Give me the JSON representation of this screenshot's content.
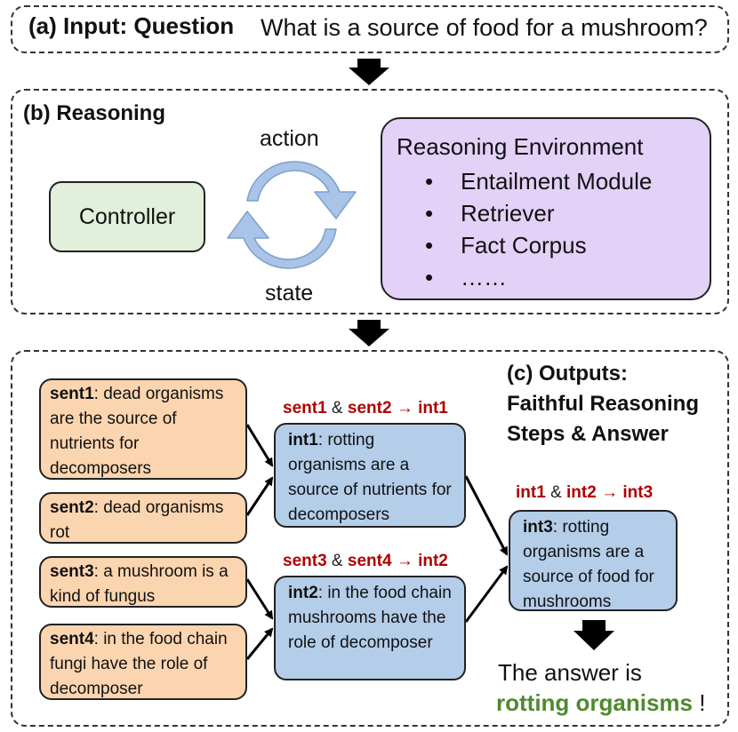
{
  "input": {
    "label": "(a) Input: Question",
    "question": "What is a source of food for a mushroom?"
  },
  "reasoning": {
    "label": "(b) Reasoning",
    "controller": "Controller",
    "action": "action",
    "state": "state",
    "environment_title": "Reasoning Environment",
    "environment_items": [
      "Entailment Module",
      "Retriever",
      "Fact Corpus",
      "……"
    ]
  },
  "outputs": {
    "label_line1": "(c) Outputs:",
    "label_line2": "Faithful Reasoning",
    "label_line3": "Steps & Answer"
  },
  "sentences": [
    {
      "id": "sent1",
      "text": ": dead organisms are the source of nutrients for decomposers"
    },
    {
      "id": "sent2",
      "text": ": dead organisms rot"
    },
    {
      "id": "sent3",
      "text": ": a mushroom is a kind of fungus"
    },
    {
      "id": "sent4",
      "text": ": in the food chain fungi have the role of decomposer"
    }
  ],
  "intermediates": [
    {
      "id": "int1",
      "text": ": rotting organisms are a source of nutrients for decomposers"
    },
    {
      "id": "int2",
      "text": ": in the food chain mushrooms have the role of decomposer"
    },
    {
      "id": "int3",
      "text": ": rotting organisms are a source of food for mushrooms"
    }
  ],
  "steps": [
    {
      "a": "sent1",
      "amp": "&",
      "b": "sent2",
      "arrow": "→",
      "c": "int1"
    },
    {
      "a": "sent3",
      "amp": "&",
      "b": "sent4",
      "arrow": "→",
      "c": "int2"
    },
    {
      "a": "int1",
      "amp": "&",
      "b": "int2",
      "arrow": "→",
      "c": "int3"
    }
  ],
  "answer": {
    "prefix": "The answer is",
    "value": "rotting organisms",
    "suffix": "!"
  },
  "colors": {
    "controller_fill": "#e2efda",
    "environment_fill": "#e4d1f7",
    "sentence_fill": "#fbd5b0",
    "intermediate_fill": "#b4cde9",
    "step_label": "#b00000",
    "answer": "#4e8a2e",
    "cycle_arrows": "#a9c4e6"
  }
}
